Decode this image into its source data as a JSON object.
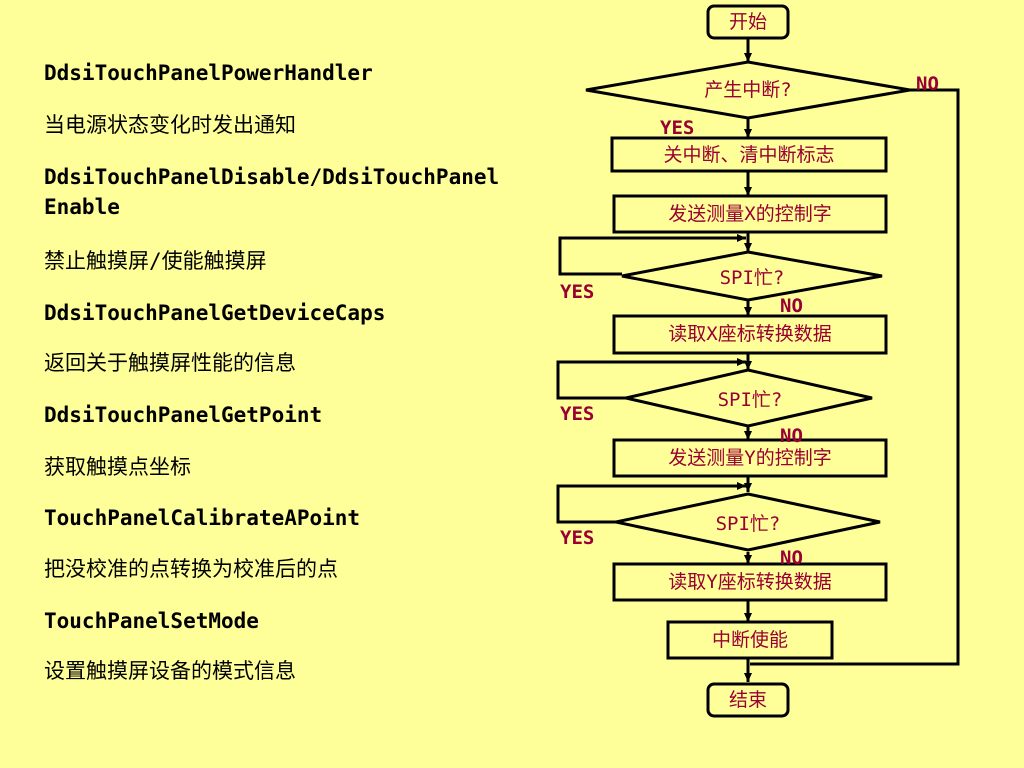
{
  "functions": [
    {
      "name": "DdsiTouchPanelPowerHandler",
      "desc": "当电源状态变化时发出通知"
    },
    {
      "name": "DdsiTouchPanelDisable/DdsiTouchPanel\nEnable",
      "desc": "禁止触摸屏/使能触摸屏"
    },
    {
      "name": "DdsiTouchPanelGetDeviceCaps",
      "desc": "返回关于触摸屏性能的信息"
    },
    {
      "name": "DdsiTouchPanelGetPoint",
      "desc": "获取触摸点坐标"
    },
    {
      "name": "TouchPanelCalibrateAPoint",
      "desc": "把没校准的点转换为校准后的点"
    },
    {
      "name": "TouchPanelSetMode",
      "desc": "设置触摸屏设备的模式信息"
    }
  ],
  "flowchart": {
    "start": "开始",
    "interrupt_decision": "产生中断?",
    "yes": "YES",
    "no": "NO",
    "disable_interrupt": "关中断、清中断标志",
    "send_x_cmd": "发送测量X的控制字",
    "spi_busy_1": "SPI忙?",
    "read_x": "读取X座标转换数据",
    "spi_busy_2": "SPI忙?",
    "send_y_cmd": "发送测量Y的控制字",
    "spi_busy_3": "SPI忙?",
    "read_y": "读取Y座标转换数据",
    "enable_interrupt": "中断使能",
    "end": "结束"
  },
  "colors": {
    "background": "#FFFF99",
    "node_text": "#990033",
    "stroke": "#000000"
  }
}
